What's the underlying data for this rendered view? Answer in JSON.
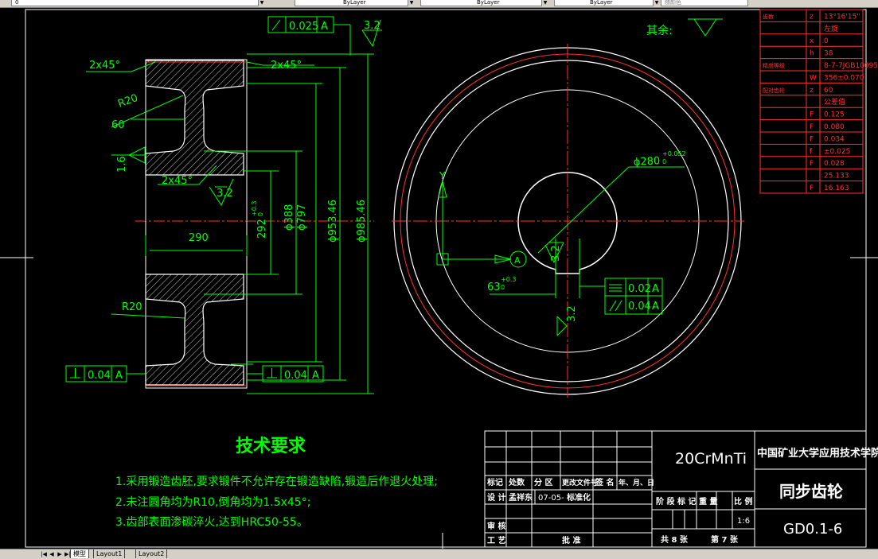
{
  "toolbar": {
    "layer_value": "0",
    "color_value": "ByLayer",
    "linetype_value": "ByLayer",
    "lineweight_value": "ByLayer",
    "plotstyle_value": "随颜色"
  },
  "tabs": {
    "model": "模型",
    "layout1": "Layout1",
    "layout2": "Layout2"
  },
  "drawing": {
    "chamfer_top_left": "2x45°",
    "chamfer_top_right": "2x45°",
    "chamfer_bottom_left": "2x45°",
    "radius_top": "R20",
    "radius_bottom": "R20",
    "dim_60": "60",
    "dim_290": "290",
    "dim_292": "292",
    "dim_292_tol": "+0.3",
    "dim_292_tol2": "0",
    "dia_388": "ϕ388",
    "dia_797": "ϕ797",
    "dia_953": "ϕ953.46",
    "dia_985": "ϕ985.46",
    "dia_280": "ϕ280",
    "dia_280_tol": "+0.052",
    "dia_280_tol2": "0",
    "keyway_63": "63",
    "keyway_63_tol": "+0.3",
    "keyway_63_tol2": "0",
    "rough_32_a": "3.2",
    "rough_32_b": "3.2",
    "rough_32_c": "3.2",
    "rough_32_d": "3.2",
    "rough_16": "1.6",
    "rough_others_label": "其余:",
    "axis_y": "Y",
    "fcf_top_value": "0.025",
    "fcf_top_datum": "A",
    "fcf_bl_value": "0.04",
    "fcf_bl_datum": "A",
    "fcf_bm_value": "0.04",
    "fcf_bm_datum": "A",
    "fcf_sym_value": "0.02",
    "fcf_sym_datum": "A",
    "fcf_par_value": "0.04",
    "fcf_par_datum": "A",
    "datum_a": "A"
  },
  "param_table": [
    [
      "齿数",
      "z",
      "13°16'15\""
    ],
    [
      "",
      "",
      "左旋"
    ],
    [
      "",
      "x",
      "0"
    ],
    [
      "",
      "h",
      "38"
    ],
    [
      "精度等级",
      "",
      "8-7-7JGB10095-88"
    ],
    [
      "",
      "W",
      "356±0.070"
    ],
    [
      "配对齿轮",
      "z",
      "60"
    ],
    [
      "",
      "",
      "公差值"
    ],
    [
      "",
      "F",
      "0.125"
    ],
    [
      "",
      "F",
      "0.080"
    ],
    [
      "",
      "F",
      "0.034"
    ],
    [
      "",
      "f",
      "±0.025"
    ],
    [
      "",
      "F",
      "0.028"
    ],
    [
      "",
      "",
      "25.133"
    ],
    [
      "",
      "F",
      "16.163"
    ]
  ],
  "tech": {
    "title": "技术要求",
    "line1": "1.采用锻造齿胚,要求锻件不允许存在锻造缺陷,锻造后作退火处理;",
    "line2": "2.未注圆角均为R10,倒角均为1.5x45°;",
    "line3": "3.齿部表面渗碳淬火,达到HRC50-55。"
  },
  "title_block": {
    "material": "20CrMnTi",
    "school": "中国矿业大学应用技术学院",
    "part_name": "同步齿轮",
    "drawing_no": "GD0.1-6",
    "h_mark": "标记",
    "h_count": "处数",
    "h_zone": "分 区",
    "h_docno": "更改文件号",
    "h_sign": "签 名",
    "h_date": "年、月、日",
    "r_design": "设 计",
    "r_designer": "孟祥东",
    "r_date": "07-05-",
    "r_std": "标准化",
    "r_review": "审 核",
    "r_process": "工 艺",
    "r_approve": "批 准",
    "h_stage": "阶 段 标 记",
    "h_weight": "重 量",
    "h_scale": "比 例",
    "scale": "1:6",
    "sheets_total": "共 8 张",
    "sheet_no": "第 7 张"
  }
}
